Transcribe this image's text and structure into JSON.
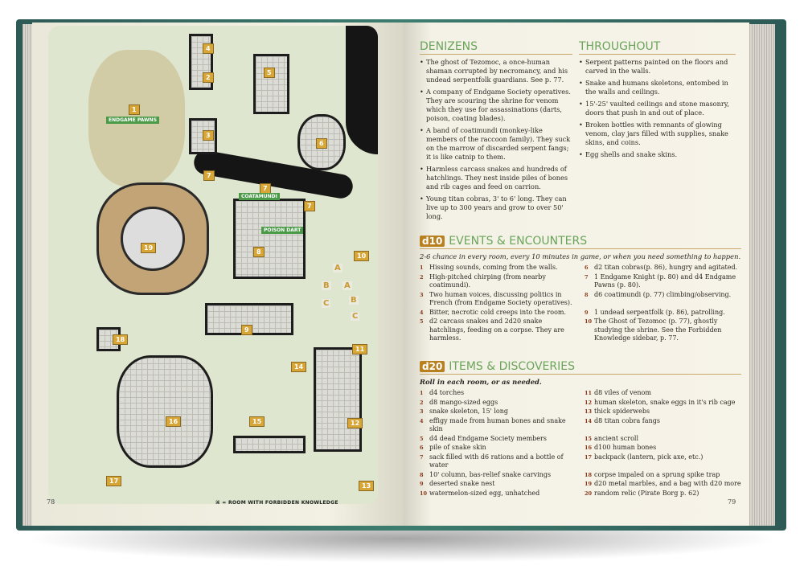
{
  "map": {
    "rooms": [
      "1",
      "2",
      "3",
      "4",
      "5",
      "6",
      "7",
      "7",
      "7",
      "8",
      "9",
      "10",
      "11",
      "12",
      "13",
      "14",
      "15",
      "16",
      "17",
      "18",
      "19"
    ],
    "letters": [
      "A",
      "A",
      "B",
      "B",
      "C",
      "C"
    ],
    "tags": {
      "endgame_pawns": "ENDGAME PAWNS",
      "coatamundi": "COATAMUNDI",
      "poison_dart": "POISON DART"
    },
    "legend": "⌘ = ROOM WITH FORBIDDEN KNOWLEDGE",
    "page_number": "78"
  },
  "denizens": {
    "title": "DENIZENS",
    "items": [
      "The ghost of Tezomoc, a once-human shaman corrupted by necromancy, and his undead serpentfolk guardians. See p. 77.",
      "A company of Endgame Society operatives. They are scouring the shrine for venom which they use for assassinations (darts, poison, coating blades).",
      "A band of coatimundi (monkey-like members of the raccoon family). They suck on the marrow of discarded serpent fangs; it is like catnip to them.",
      "Harmless carcass snakes and hundreds of hatchlings. They nest inside piles of bones and rib cages and feed on carrion.",
      "Young titan cobras, 3' to 6' long. They can live up to 300 years and grow to over 50' long."
    ]
  },
  "throughout": {
    "title": "THROUGHOUT",
    "items": [
      "Serpent patterns painted on the floors and carved in the walls.",
      "Snake and humans skeletons, entombed in the walls and ceilings.",
      "15'-25' vaulted ceilings and stone masonry, doors that push in and out of place.",
      "Broken bottles with remnants of glowing venom, clay jars filled with supplies, snake skins, and coins.",
      "Egg shells and snake skins."
    ]
  },
  "events": {
    "dice": "d10",
    "title": "EVENTS & ENCOUNTERS",
    "note": "2-6 chance in every room, every 10 minutes in game, or when you need something to happen.",
    "items": [
      {
        "n": "1",
        "t": "Hissing sounds, coming from the walls."
      },
      {
        "n": "2",
        "t": "High-pitched chirping (from nearby coatimundi)."
      },
      {
        "n": "3",
        "t": "Two human voices, discussing politics in French (from Endgame Society operatives)."
      },
      {
        "n": "4",
        "t": "Bitter, necrotic cold creeps into the room."
      },
      {
        "n": "5",
        "t": "d2 carcass snakes and 2d20 snake hatchlings, feeding on a corpse. They are harmless."
      },
      {
        "n": "6",
        "t": "d2 titan cobras(p. 86), hungry and agitated."
      },
      {
        "n": "7",
        "t": "1 Endgame Knight (p. 80) and d4 Endgame Pawns (p. 80)."
      },
      {
        "n": "8",
        "t": "d6 coatimundi (p. 77) climbing/observing."
      },
      {
        "n": "9",
        "t": "1 undead serpentfolk (p. 86), patrolling."
      },
      {
        "n": "10",
        "t": "The Ghost of Tezomoc (p. 77), ghostly studying the shrine. See the Forbidden Knowledge sidebar, p. 77."
      }
    ]
  },
  "items": {
    "dice": "d20",
    "title": "ITEMS & DISCOVERIES",
    "note": "Roll in each room, or as needed.",
    "items": [
      {
        "n": "1",
        "t": "d4 torches"
      },
      {
        "n": "2",
        "t": "d8 mango-sized eggs"
      },
      {
        "n": "3",
        "t": "snake skeleton, 15' long"
      },
      {
        "n": "4",
        "t": "effigy made from human bones and snake skin"
      },
      {
        "n": "5",
        "t": "d4 dead Endgame Society members"
      },
      {
        "n": "6",
        "t": "pile of snake skin"
      },
      {
        "n": "7",
        "t": "sack filled with d6 rations and a bottle of water"
      },
      {
        "n": "8",
        "t": "10' column, bas-relief snake carvings"
      },
      {
        "n": "9",
        "t": "deserted snake nest"
      },
      {
        "n": "10",
        "t": "watermelon-sized egg, unhatched"
      },
      {
        "n": "11",
        "t": "d8 viles of venom"
      },
      {
        "n": "12",
        "t": "human skeleton, snake eggs in it's rib cage"
      },
      {
        "n": "13",
        "t": "thick spiderwebs"
      },
      {
        "n": "14",
        "t": "d8 titan cobra fangs"
      },
      {
        "n": "15",
        "t": "ancient scroll"
      },
      {
        "n": "16",
        "t": "d100 human bones"
      },
      {
        "n": "17",
        "t": "backpack (lantern, pick axe, etc.)"
      },
      {
        "n": "18",
        "t": "corpse impaled on a sprung spike trap"
      },
      {
        "n": "19",
        "t": "d20 metal marbles, and a bag with d20 more"
      },
      {
        "n": "20",
        "t": "random relic (Pirate Borg p. 62)"
      }
    ]
  },
  "page_number_right": "79"
}
